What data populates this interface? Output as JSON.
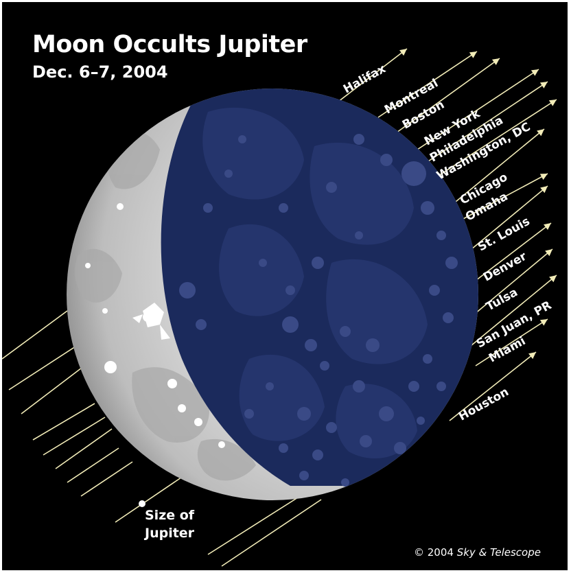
{
  "title": "Moon Occults Jupiter",
  "subtitle": "Dec. 6–7,  2004",
  "cities": [
    "Halifax",
    "Montreal",
    "Boston",
    "New York",
    "Philadelphia",
    "Washington, DC",
    "Chicago",
    "Omaha",
    "St. Louis",
    "Denver",
    "Tulsa",
    "San Juan, PR",
    "Miami",
    "Houston"
  ],
  "size_label": {
    "line1": "Size of",
    "line2": "Jupiter"
  },
  "credit": {
    "prefix": "© 2004 ",
    "publication": "Sky & Telescope"
  },
  "colors": {
    "background": "#000000",
    "path_line": "#f2ecb8",
    "moon_dark": "#1b2a5c",
    "moon_lit": "#d9d9d9",
    "text": "#ffffff"
  }
}
